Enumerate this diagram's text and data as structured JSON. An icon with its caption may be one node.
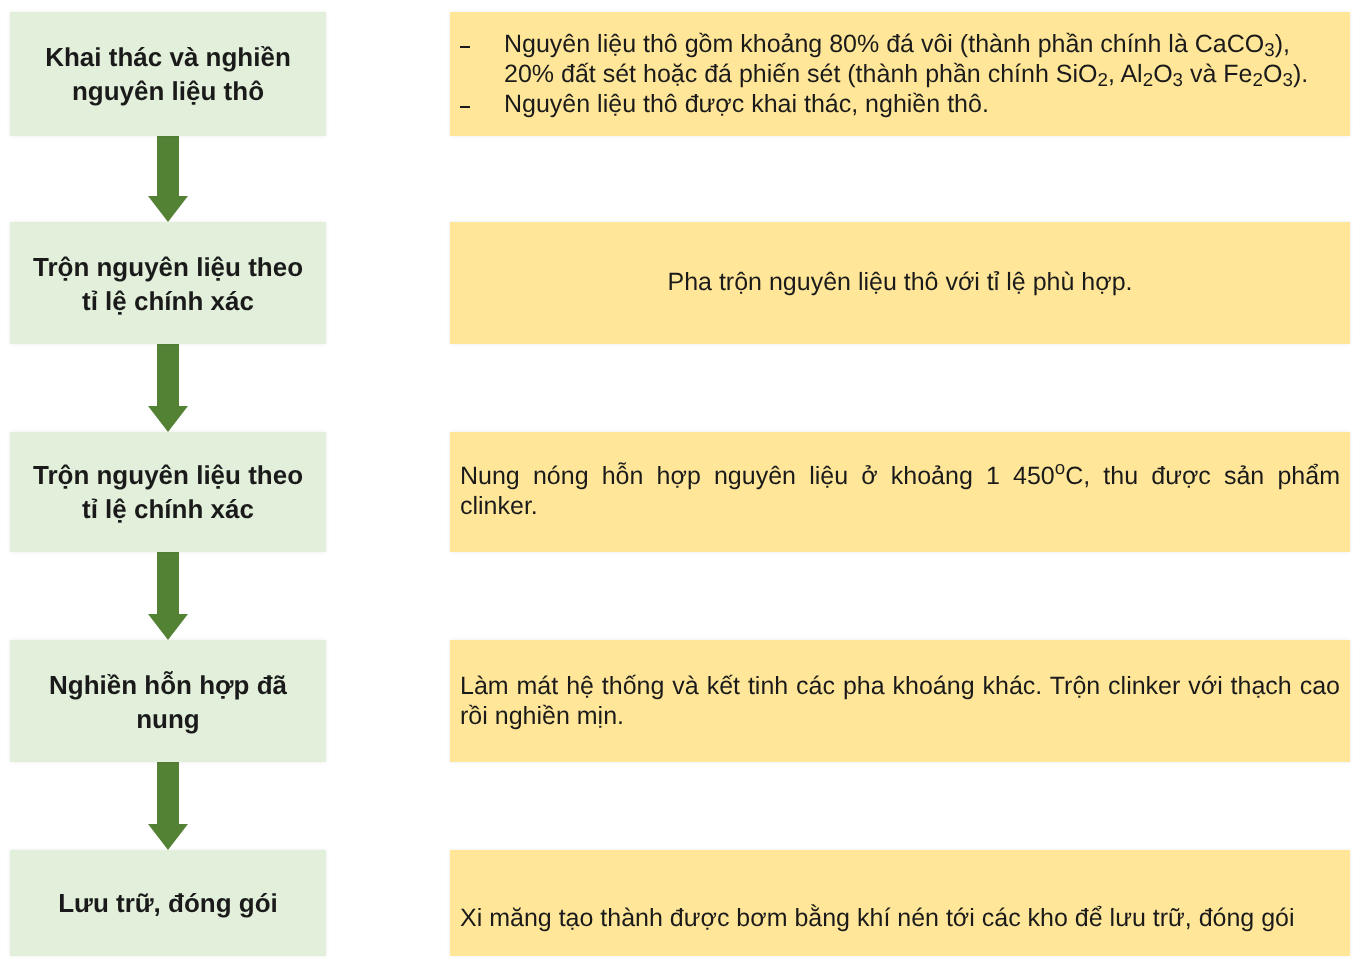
{
  "diagram": {
    "nodes": [
      {
        "text": [
          "Khai thác và nghiền nguyên liệu thô"
        ]
      },
      {
        "text": [
          "Nguyên liệu thô gồm khoảng 80% đá vôi (thành phần chính là CaCO$_{3}$), 20% đất sét hoặc đá phiến sét (thành phần chính SiO$_{2}$, Al$_{2}$O$_{3}$ và Fe$_{2}$O$_{3}$).",
          "Nguyên liệu thô được khai thác, nghiền thô."
        ]
      },
      {
        "text": [
          "Trộn nguyên liệu theo tỉ lệ chính xác"
        ]
      },
      {
        "text": [
          "Pha trộn nguyên liệu thô với tỉ lệ phù hợp."
        ]
      },
      {
        "text": [
          "Trộn nguyên liệu theo tỉ lệ chính xác"
        ]
      },
      {
        "text": [
          "Nung nóng hỗn hợp nguyên liệu ở khoảng 1 450$^{o}$C, thu được sản phẩm clinker."
        ]
      },
      {
        "text": [
          "Nghiền hỗn hợp đã nung"
        ]
      },
      {
        "text": [
          "Làm mát hệ thống và kết tinh các pha khoáng khác. Trộn clinker với thạch cao rồi nghiền mịn."
        ]
      },
      {
        "text": [
          "Lưu trữ, đóng gói"
        ]
      },
      {
        "text": [
          "Xi măng tạo thành được bơm bằng khí nén tới các kho để lưu trữ, đóng gói"
        ]
      }
    ],
    "edges": [
      {
        "from": 0,
        "to": 2,
        "arrow": "to"
      },
      {
        "from": 2,
        "to": 4,
        "arrow": "to"
      },
      {
        "from": 4,
        "to": 6,
        "arrow": "to"
      },
      {
        "from": 6,
        "to": 8,
        "arrow": "to"
      }
    ]
  }
}
